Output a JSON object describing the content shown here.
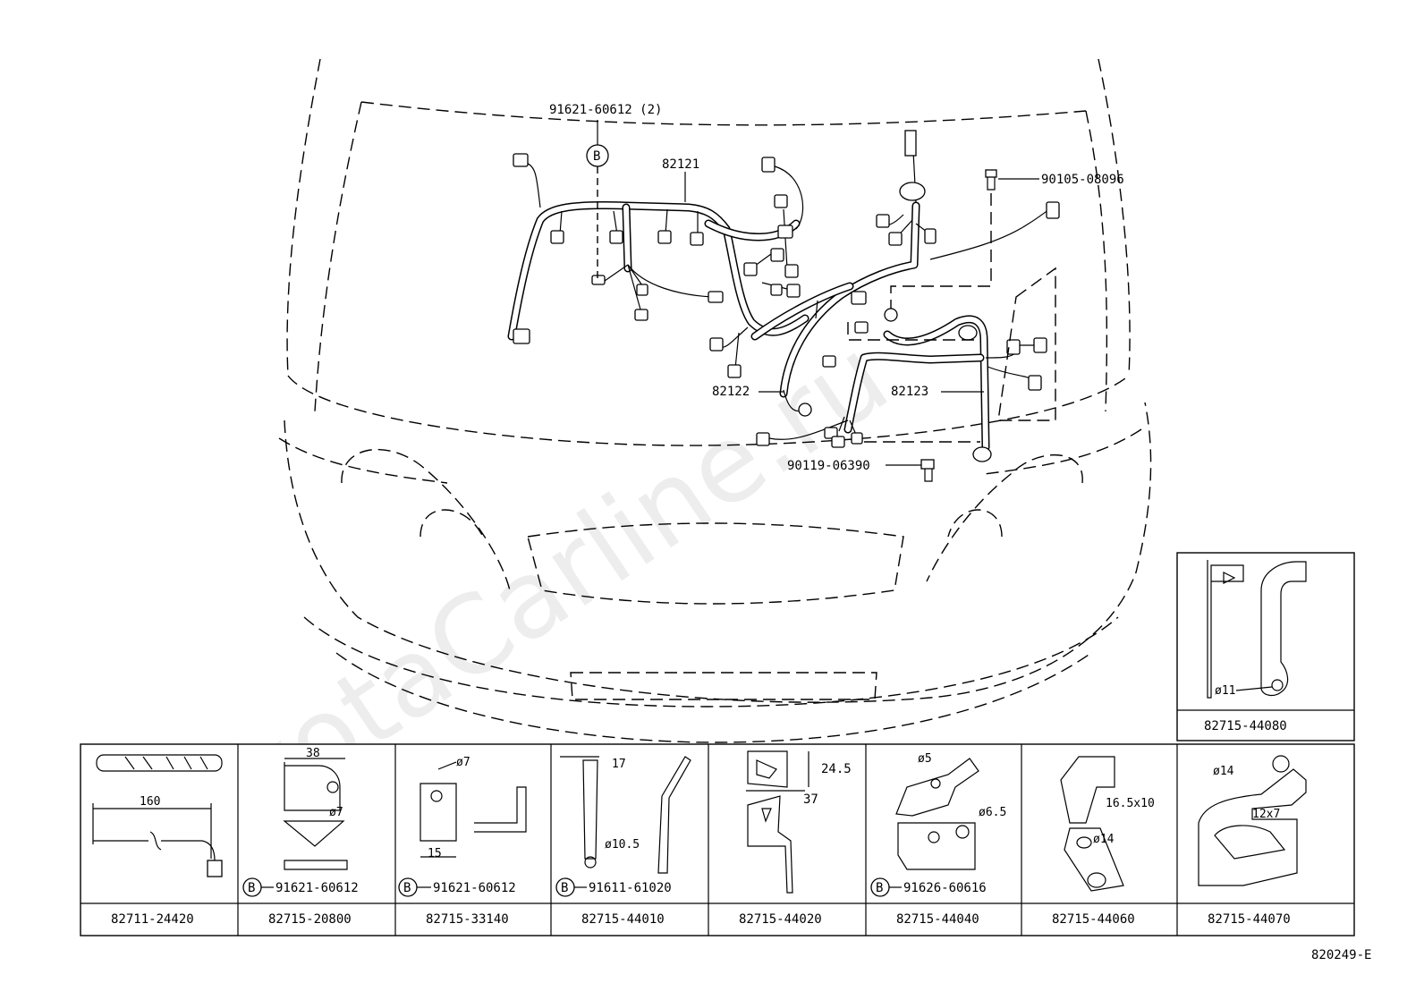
{
  "watermark": "ToyotaCarline.ru",
  "diagram_code": "820249-E",
  "callouts": {
    "clamp_b_top": "91621-60612 (2)",
    "b_marker": "B",
    "harness_1": "82121",
    "harness_2": "82122",
    "harness_3": "82123",
    "bolt_1": "90105-08096",
    "bolt_2": "90119-06390"
  },
  "right_panel": {
    "part": "82715-44080",
    "dim": "ø11"
  },
  "parts_table": [
    {
      "part": "82711-24420",
      "dims": [
        "160"
      ],
      "clamp": ""
    },
    {
      "part": "82715-20800",
      "dims": [
        "38",
        "ø7"
      ],
      "clamp": "91621-60612"
    },
    {
      "part": "82715-33140",
      "dims": [
        "ø7",
        "15"
      ],
      "clamp": "91621-60612"
    },
    {
      "part": "82715-44010",
      "dims": [
        "17",
        "ø10.5"
      ],
      "clamp": "91611-61020"
    },
    {
      "part": "82715-44020",
      "dims": [
        "24.5",
        "37"
      ],
      "clamp": ""
    },
    {
      "part": "82715-44040",
      "dims": [
        "ø5",
        "ø6.5"
      ],
      "clamp": "91626-60616"
    },
    {
      "part": "82715-44060",
      "dims": [
        "16.5x10",
        "ø14"
      ],
      "clamp": ""
    },
    {
      "part": "82715-44070",
      "dims": [
        "ø14",
        "12x7"
      ],
      "clamp": ""
    }
  ]
}
